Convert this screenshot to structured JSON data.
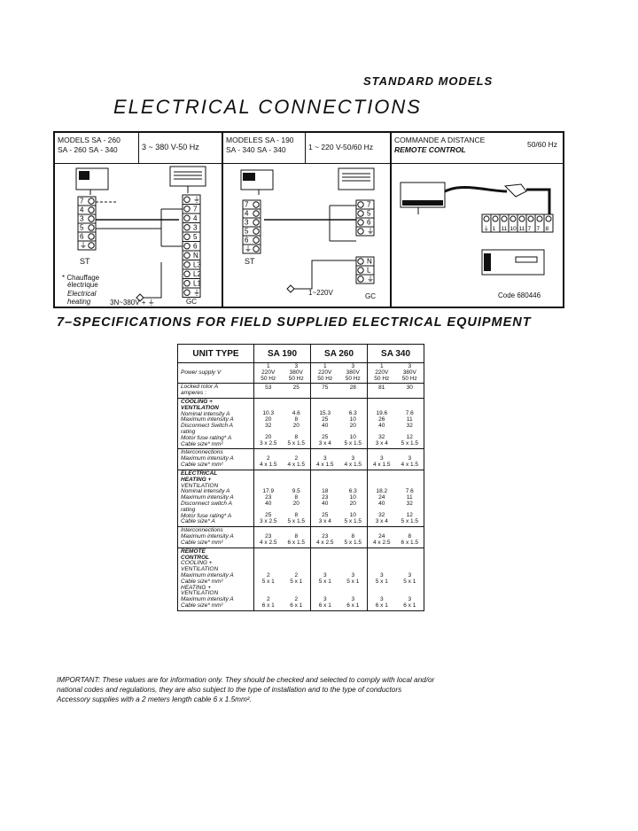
{
  "header": {
    "label": "STANDARD MODELS",
    "title": "ELECTRICAL CONNECTIONS"
  },
  "diagram": {
    "panel1": {
      "models_line1": "MODELS   SA - 260",
      "models_line2": "SA - 260    SA - 340",
      "supply": "3 ~ 380 V-50 Hz",
      "left_terminals": [
        "7",
        "4",
        "3",
        "5",
        "6",
        "⏚"
      ],
      "right_terminals": [
        "⏚",
        "7",
        "4",
        "3",
        "5",
        "6",
        "N",
        "L3",
        "L2",
        "L1",
        "⏚"
      ],
      "st": "ST",
      "note": [
        "* Chauffage",
        "électrique",
        "Electrical",
        "heating"
      ],
      "supply_note": "3N~380V + ⏚",
      "gc": "GC"
    },
    "panel2": {
      "models_line1": "MODELES SA - 190",
      "models_line2": "SA - 340    SA - 340",
      "supply": "1 ~ 220 V-50/60 Hz",
      "left_terminals": [
        "7",
        "4",
        "3",
        "5",
        "6",
        "⏚"
      ],
      "right_terminals": [
        "7",
        "5",
        "6",
        "⏚"
      ],
      "bottom_terminals": [
        "N",
        "L",
        "⏚"
      ],
      "st": "ST",
      "supply_note": "1~220V",
      "gc": "GC"
    },
    "panel3": {
      "title_fr": "COMMANDE A DISTANCE",
      "title_en": "REMOTE CONTROL",
      "freq": "50/60 Hz",
      "terminals": [
        "⏚",
        "1",
        "11",
        "10",
        "11",
        "7",
        "7",
        "8"
      ],
      "code": "Code 680446"
    }
  },
  "spec": {
    "title": "7–SPECIFICATIONS FOR FIELD SUPPLIED ELECTRICAL EQUIPMENT",
    "headers": [
      "UNIT TYPE",
      "SA 190",
      "SA 260",
      "SA 340"
    ],
    "power_supply": {
      "label": "Power supply  V",
      "values": [
        [
          "1",
          "220V",
          "50 Hz"
        ],
        [
          "3",
          "380V",
          "50 Hz"
        ],
        [
          "1",
          "220V",
          "50 Hz"
        ],
        [
          "3",
          "380V",
          "50 Hz"
        ],
        [
          "1",
          "220V",
          "50 Hz"
        ],
        [
          "3",
          "380V",
          "50 Hz"
        ]
      ]
    },
    "locked_rotor": {
      "label": "Locked rotor  A",
      "label2": "amperes :",
      "values": [
        "53",
        "25",
        "75",
        "28",
        "81",
        "30"
      ]
    },
    "cooling": {
      "desc": [
        "COOLING +",
        "VENTILATION",
        "Nominal intensity  A",
        "Maximum intensity A",
        "Disconnect Switch  A",
        "rating",
        "Motor fuse rating*  A",
        "Cable size*      mm²"
      ],
      "values": [
        [
          "10.3",
          "20",
          "32",
          "",
          "20",
          "3 x 2.5"
        ],
        [
          "4.6",
          "8",
          "20",
          "",
          "8",
          "5 x 1.5"
        ],
        [
          "15.3",
          "25",
          "40",
          "",
          "25",
          "3 x 4"
        ],
        [
          "6.3",
          "10",
          "20",
          "",
          "10",
          "5 x 1.5"
        ],
        [
          "19.6",
          "26",
          "40",
          "",
          "32",
          "3 x 4"
        ],
        [
          "7.6",
          "11",
          "32",
          "",
          "12",
          "5 x 1.5"
        ]
      ],
      "inter_desc": [
        "Interconnections",
        "Maximum intensity A",
        "Cable size*      mm²"
      ],
      "inter_values": [
        [
          "2",
          "4 x 1.5"
        ],
        [
          "2",
          "4 x 1.5"
        ],
        [
          "3",
          "4 x 1.5"
        ],
        [
          "3",
          "4 x 1.5"
        ],
        [
          "3",
          "4 x 1.5"
        ],
        [
          "3",
          "4 x 1.5"
        ]
      ]
    },
    "heating": {
      "desc": [
        "ELECTRICAL",
        "HEATING +",
        "VENTILATION",
        "Nominal intensity  A",
        "Maximum intensity  A",
        "Disconnect switch  A",
        "rating",
        "Motor fuse rating*  A",
        "Cable size*        A"
      ],
      "values": [
        [
          "17.9",
          "23",
          "40",
          "",
          "25",
          "3 x 2.5"
        ],
        [
          "9.5",
          "8",
          "20",
          "",
          "8",
          "5 x 1.5"
        ],
        [
          "18",
          "23",
          "40",
          "",
          "25",
          "3 x 4"
        ],
        [
          "6.3",
          "10",
          "20",
          "",
          "10",
          "5 x 1.5"
        ],
        [
          "18.2",
          "24",
          "40",
          "",
          "32",
          "3 x 4"
        ],
        [
          "7.6",
          "11",
          "32",
          "",
          "12",
          "5 x 1.5"
        ]
      ],
      "inter_desc": [
        "Interconnections",
        "Maximum intensity A",
        "Cable size*      mm²"
      ],
      "inter_values": [
        [
          "23",
          "4 x 2.5"
        ],
        [
          "8",
          "6 x 1.5"
        ],
        [
          "23",
          "4 x 2.5"
        ],
        [
          "8",
          "5 x 1.5"
        ],
        [
          "24",
          "4 x 2.5"
        ],
        [
          "8",
          "6 x 1.5"
        ]
      ]
    },
    "remote": {
      "desc": [
        "REMOTE",
        "CONTROL",
        "COOLING +",
        "VENTILATION",
        "Maximum intensity A",
        "Cable size*      mm²",
        "HEATING +",
        "VENTILATION",
        "Maximum intensity A",
        "Cable size*      mm²"
      ],
      "values": [
        [
          "2",
          "5 x 1",
          "2",
          "6 x 1"
        ],
        [
          "2",
          "5 x 1",
          "2",
          "6 x 1"
        ],
        [
          "3",
          "5 x 1",
          "3",
          "6 x 1"
        ],
        [
          "3",
          "5 x 1",
          "3",
          "6 x 1"
        ],
        [
          "3",
          "5 x 1",
          "3",
          "6 x 1"
        ],
        [
          "3",
          "5 x 1",
          "3",
          "6 x 1"
        ]
      ]
    }
  },
  "important": {
    "line1": "IMPORTANT: These values are for information only. They should be checked and selected to comply with local and/or",
    "line2": "national codes and regulations, they are also subject to the type of installation and to the type of conductors",
    "line3": "Accessory supplies with a 2 meters length cable 6 x 1.5mm²."
  }
}
